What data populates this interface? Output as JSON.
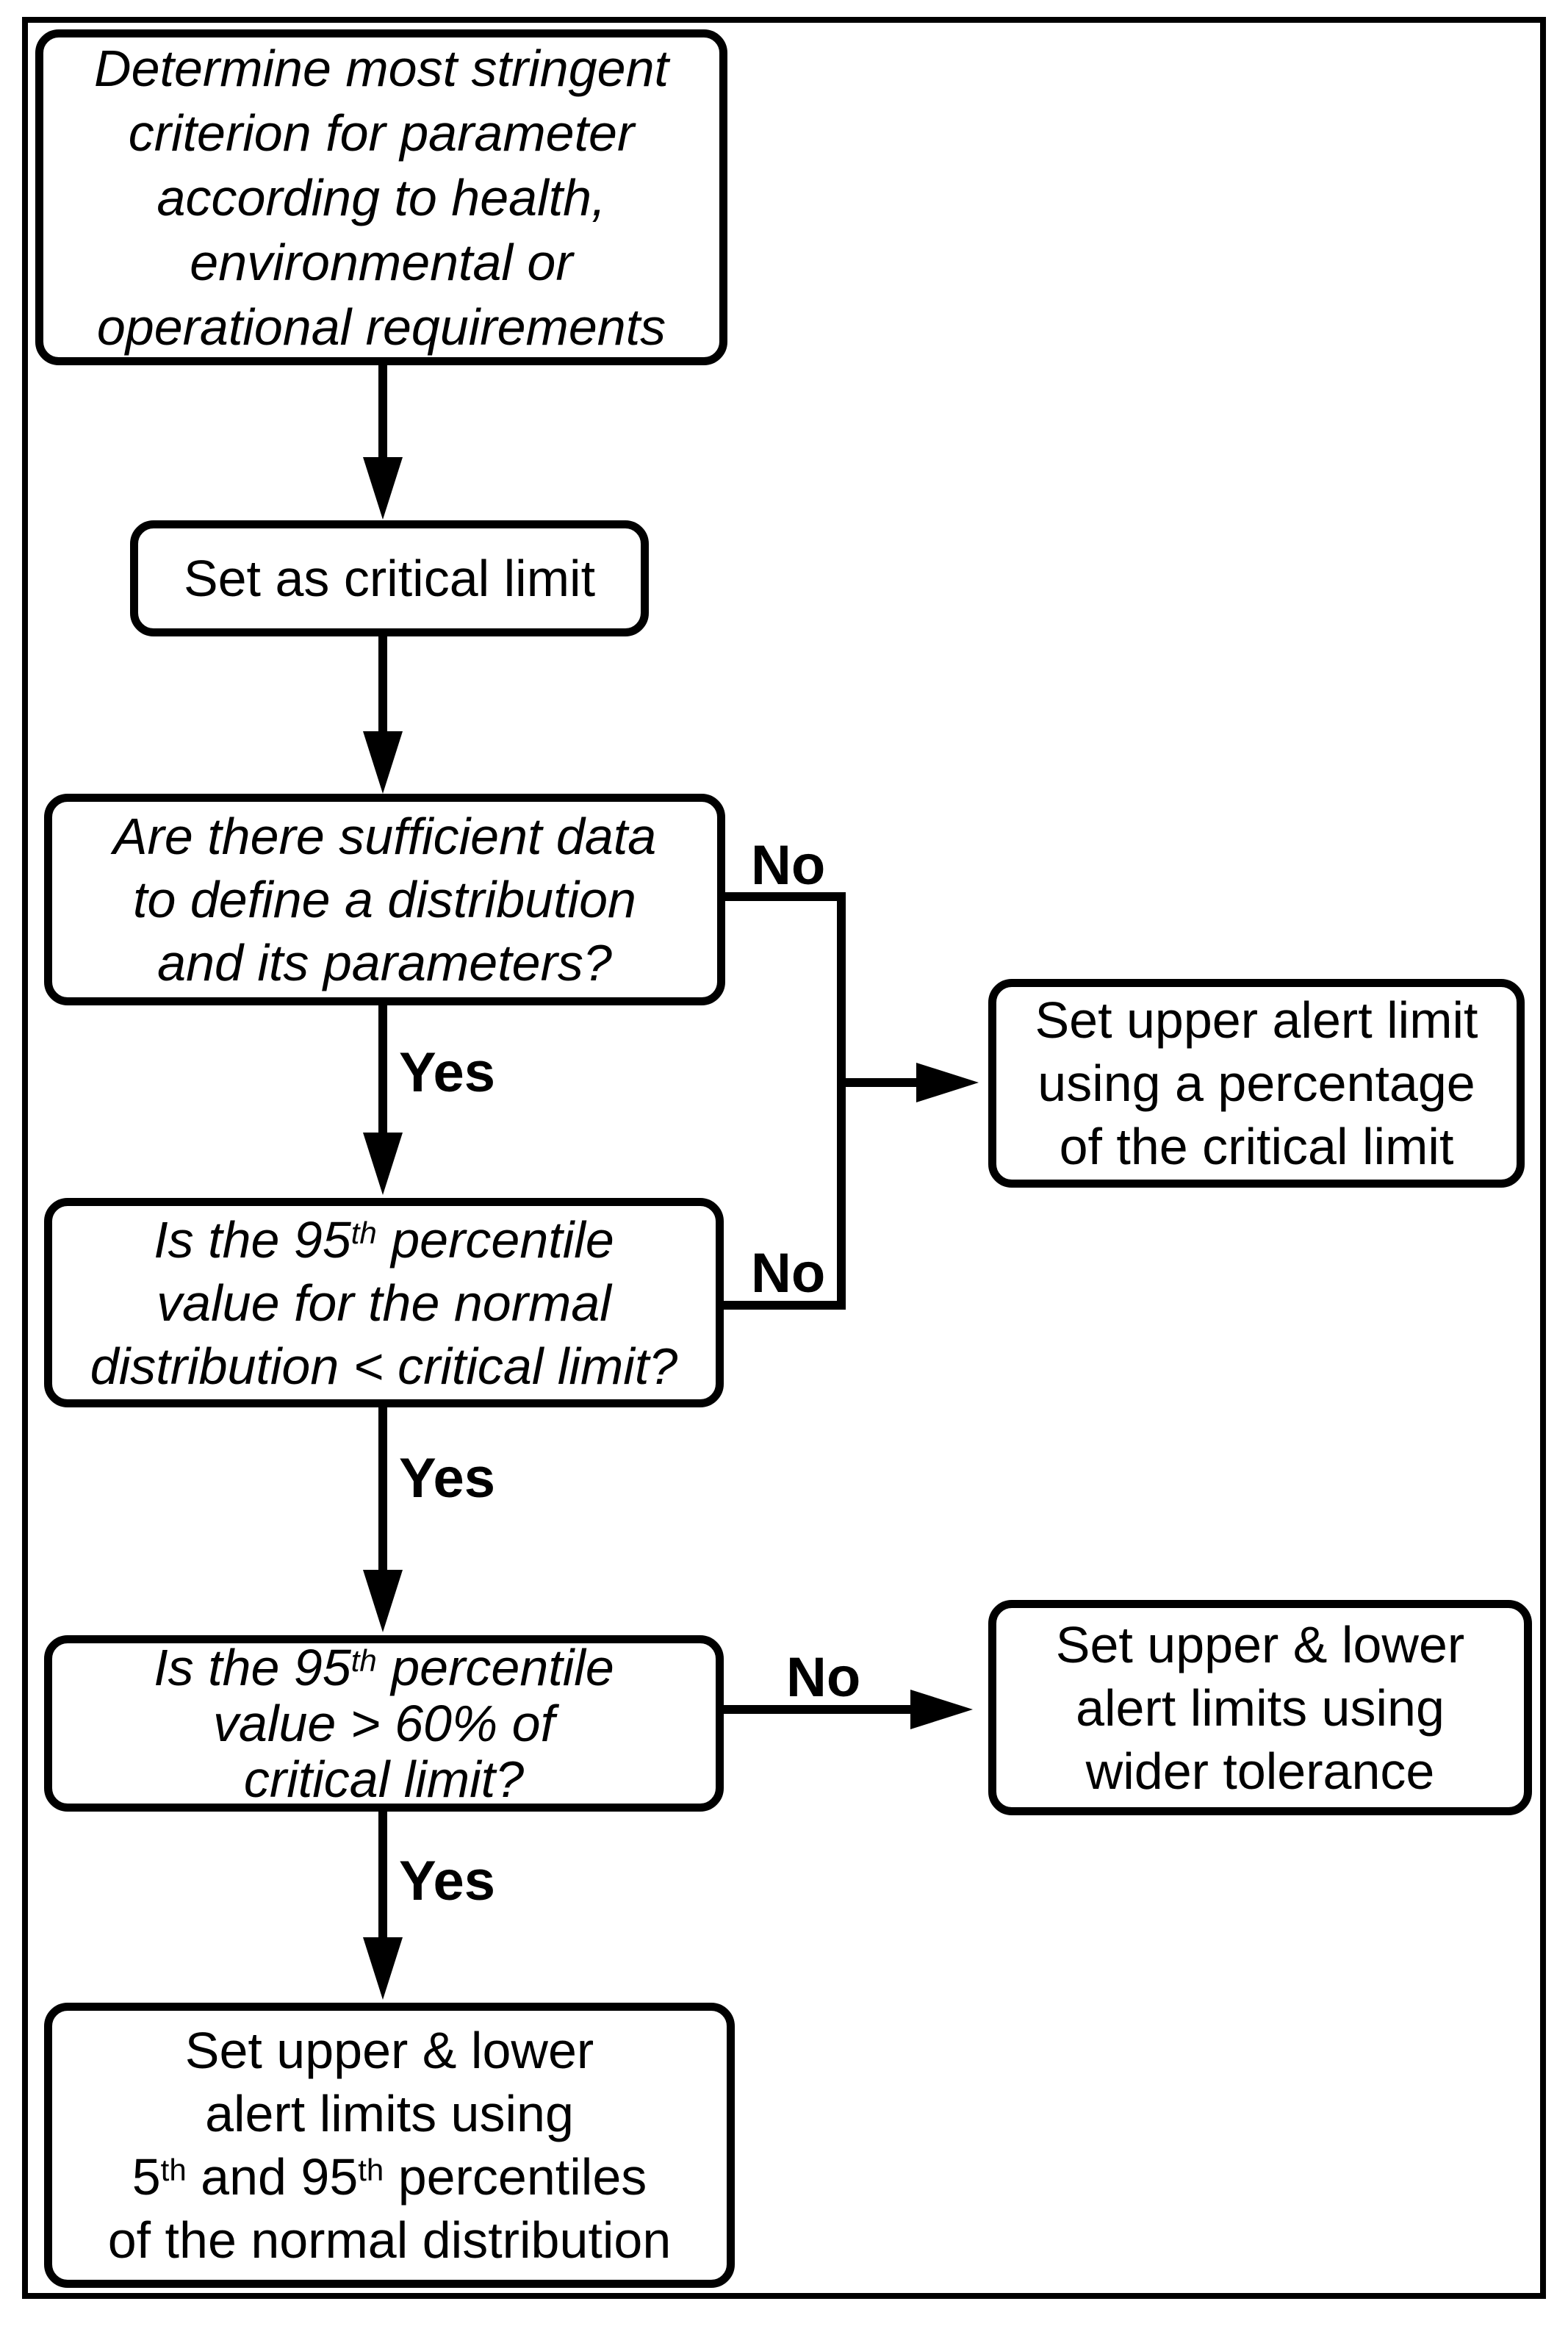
{
  "diagram": {
    "colors": {
      "stroke": "#000000",
      "background": "#ffffff"
    },
    "boxes": {
      "determine_criterion": {
        "lines": [
          [
            {
              "t": "Determine most stringent"
            }
          ],
          [
            {
              "t": "criterion for parameter"
            }
          ],
          [
            {
              "t": "according to health,"
            }
          ],
          [
            {
              "t": "environmental or"
            }
          ],
          [
            {
              "t": "operational requirements"
            }
          ]
        ]
      },
      "set_critical_limit": {
        "lines": [
          [
            {
              "t": "Set as critical limit"
            }
          ]
        ]
      },
      "sufficient_data_question": {
        "lines": [
          [
            {
              "t": "Are there sufficient data"
            }
          ],
          [
            {
              "t": "to define a distribution"
            }
          ],
          [
            {
              "t": "and its parameters?"
            }
          ]
        ]
      },
      "percentile_lt_critical_question": {
        "lines": [
          [
            {
              "t": "Is the 95"
            },
            {
              "t": "th",
              "sup": true
            },
            {
              "t": " percentile"
            }
          ],
          [
            {
              "t": "value for the normal"
            }
          ],
          [
            {
              "t": "distribution < critical limit?"
            }
          ]
        ]
      },
      "upper_alert_percentage": {
        "lines": [
          [
            {
              "t": "Set upper alert limit"
            }
          ],
          [
            {
              "t": "using a percentage"
            }
          ],
          [
            {
              "t": "of the critical limit"
            }
          ]
        ]
      },
      "percentile_gt_60_question": {
        "lines": [
          [
            {
              "t": "Is the 95"
            },
            {
              "t": "th",
              "sup": true
            },
            {
              "t": " percentile"
            }
          ],
          [
            {
              "t": "value > 60% of"
            }
          ],
          [
            {
              "t": "critical limit?"
            }
          ]
        ]
      },
      "wider_tolerance": {
        "lines": [
          [
            {
              "t": "Set upper & lower"
            }
          ],
          [
            {
              "t": "alert limits using"
            }
          ],
          [
            {
              "t": "wider tolerance"
            }
          ]
        ]
      },
      "percentiles_5_95": {
        "lines": [
          [
            {
              "t": "Set upper & lower"
            }
          ],
          [
            {
              "t": "alert limits using"
            }
          ],
          [
            {
              "t": "5"
            },
            {
              "t": "th",
              "sup": true
            },
            {
              "t": " and 95"
            },
            {
              "t": "th",
              "sup": true
            },
            {
              "t": " percentiles"
            }
          ],
          [
            {
              "t": "of the normal distribution"
            }
          ]
        ]
      }
    },
    "labels": {
      "no_sufficient_data": "No",
      "yes_sufficient_data": "Yes",
      "no_lt_critical": "No",
      "yes_lt_critical": "Yes",
      "no_gt_60": "No",
      "yes_gt_60": "Yes"
    }
  }
}
